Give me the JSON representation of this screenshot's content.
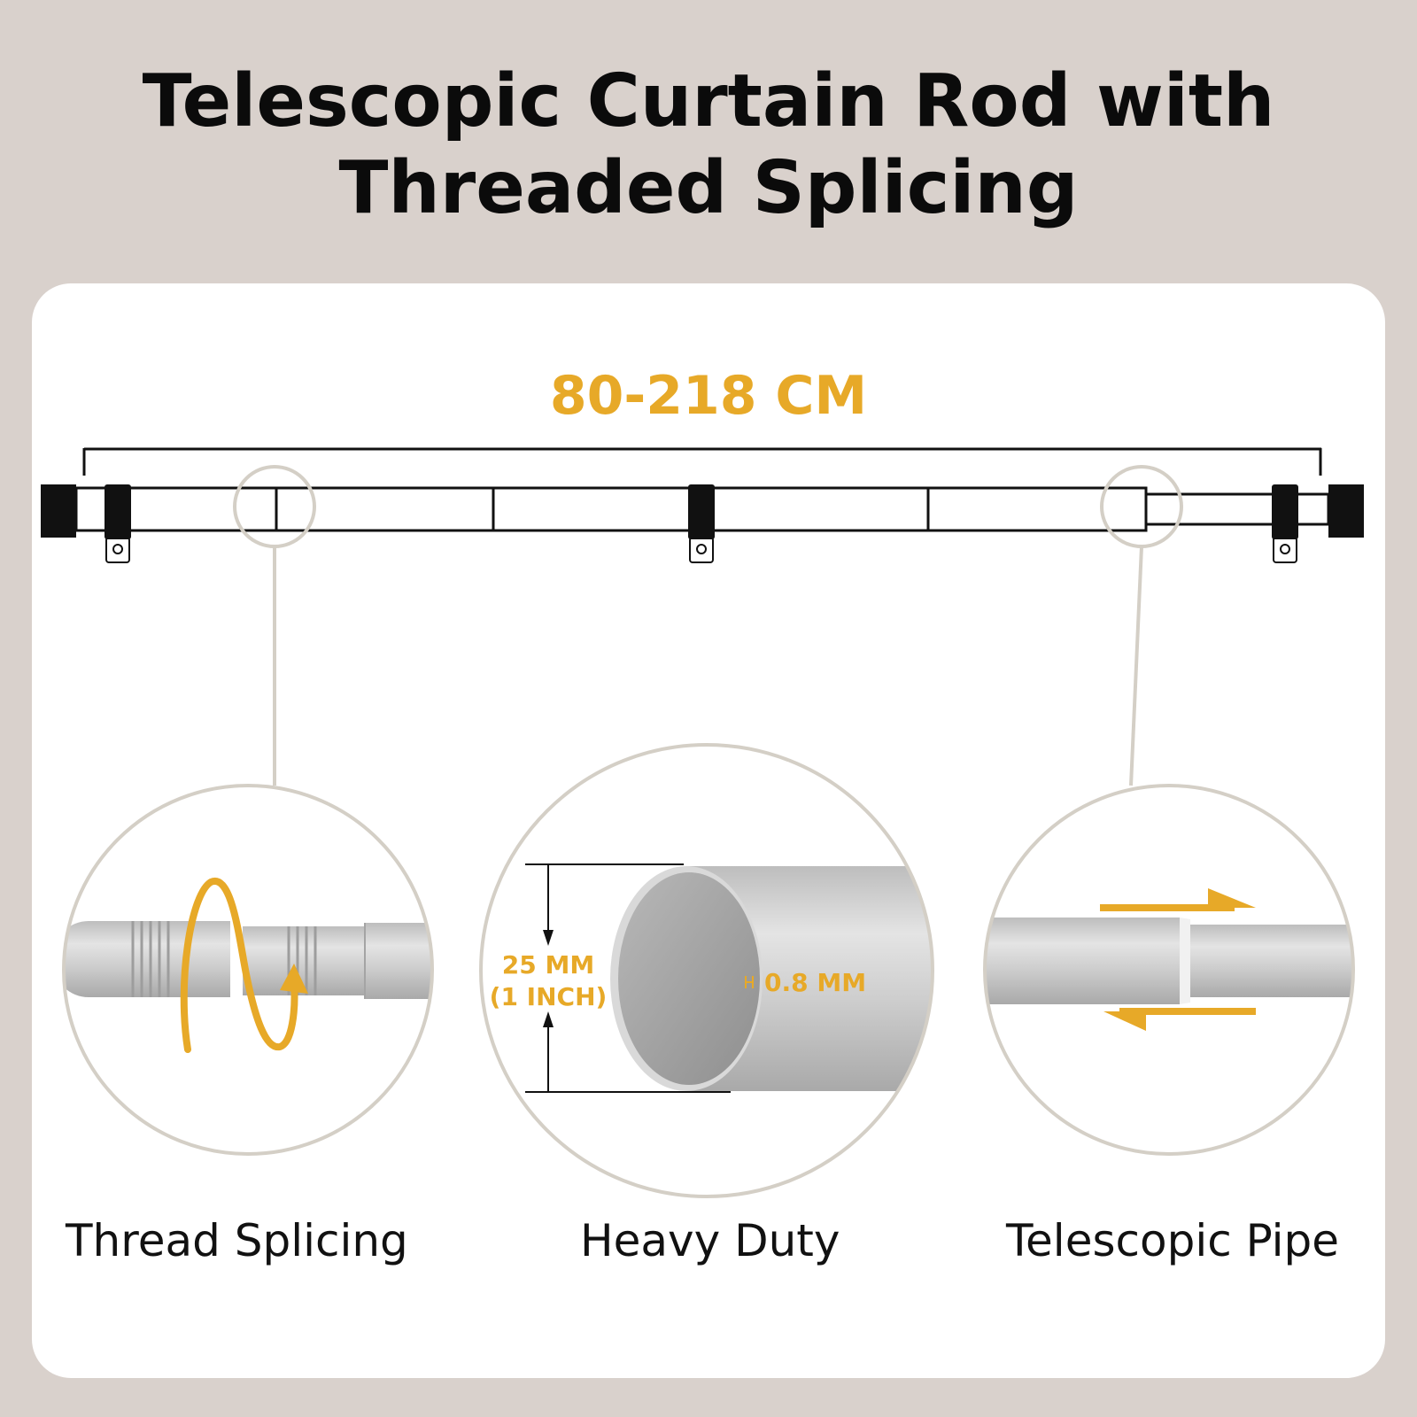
{
  "title": {
    "line1": "Telescopic Curtain Rod with",
    "line2": "Threaded Splicing"
  },
  "measurement": "80-218 CM",
  "features": [
    {
      "label": "Thread Splicing"
    },
    {
      "label": "Heavy Duty"
    },
    {
      "label": "Telescopic Pipe"
    }
  ],
  "heavy_duty": {
    "diameter_mm": "25 MM",
    "diameter_inch": "(1 INCH)",
    "thickness": "0.8 MM"
  },
  "colors": {
    "background": "#d9d1cc",
    "panel": "#ffffff",
    "accent": "#e7a928",
    "metal": "#c5c5c5",
    "outline": "#d4cfc6"
  }
}
